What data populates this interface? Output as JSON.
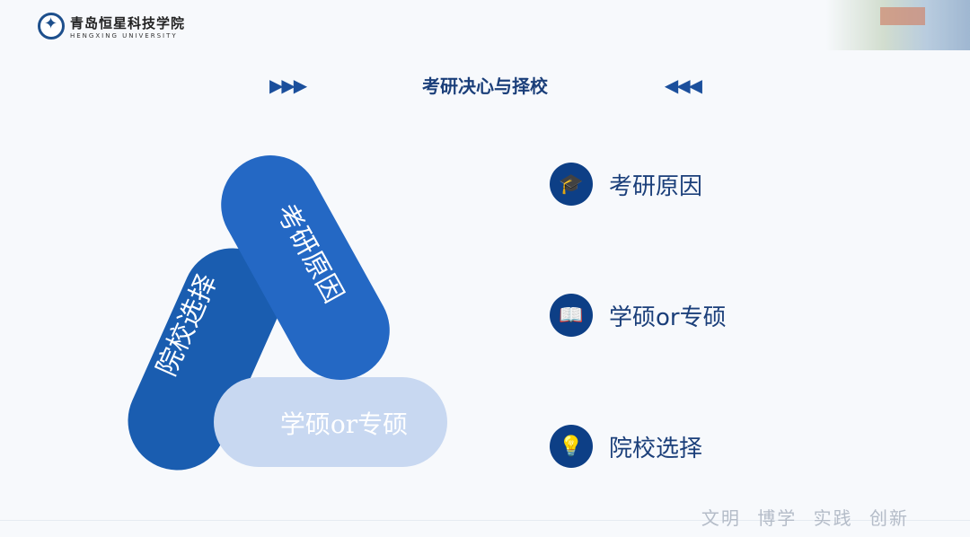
{
  "header": {
    "logo_cn": "青岛恒星科技学院",
    "logo_en": "HENGXING   UNIVERSITY"
  },
  "slide": {
    "title": "考研决心与择校",
    "left_arrows": "▶▶▶",
    "right_arrows": "◀◀◀"
  },
  "diagram": {
    "segments": [
      {
        "label": "考研原因",
        "color": "#2468c4"
      },
      {
        "label": "院校选择",
        "color": "#1a5db0"
      },
      {
        "label": "学硕or专硕",
        "color": "#c8d8f1"
      }
    ]
  },
  "list": [
    {
      "label": "考研原因",
      "icon": "graduation-cap-icon"
    },
    {
      "label": "学硕or专硕",
      "icon": "open-book-icon"
    },
    {
      "label": "院校选择",
      "icon": "lightbulb-book-icon"
    }
  ],
  "footer": {
    "motto": "文明 博学 实践 创新"
  }
}
